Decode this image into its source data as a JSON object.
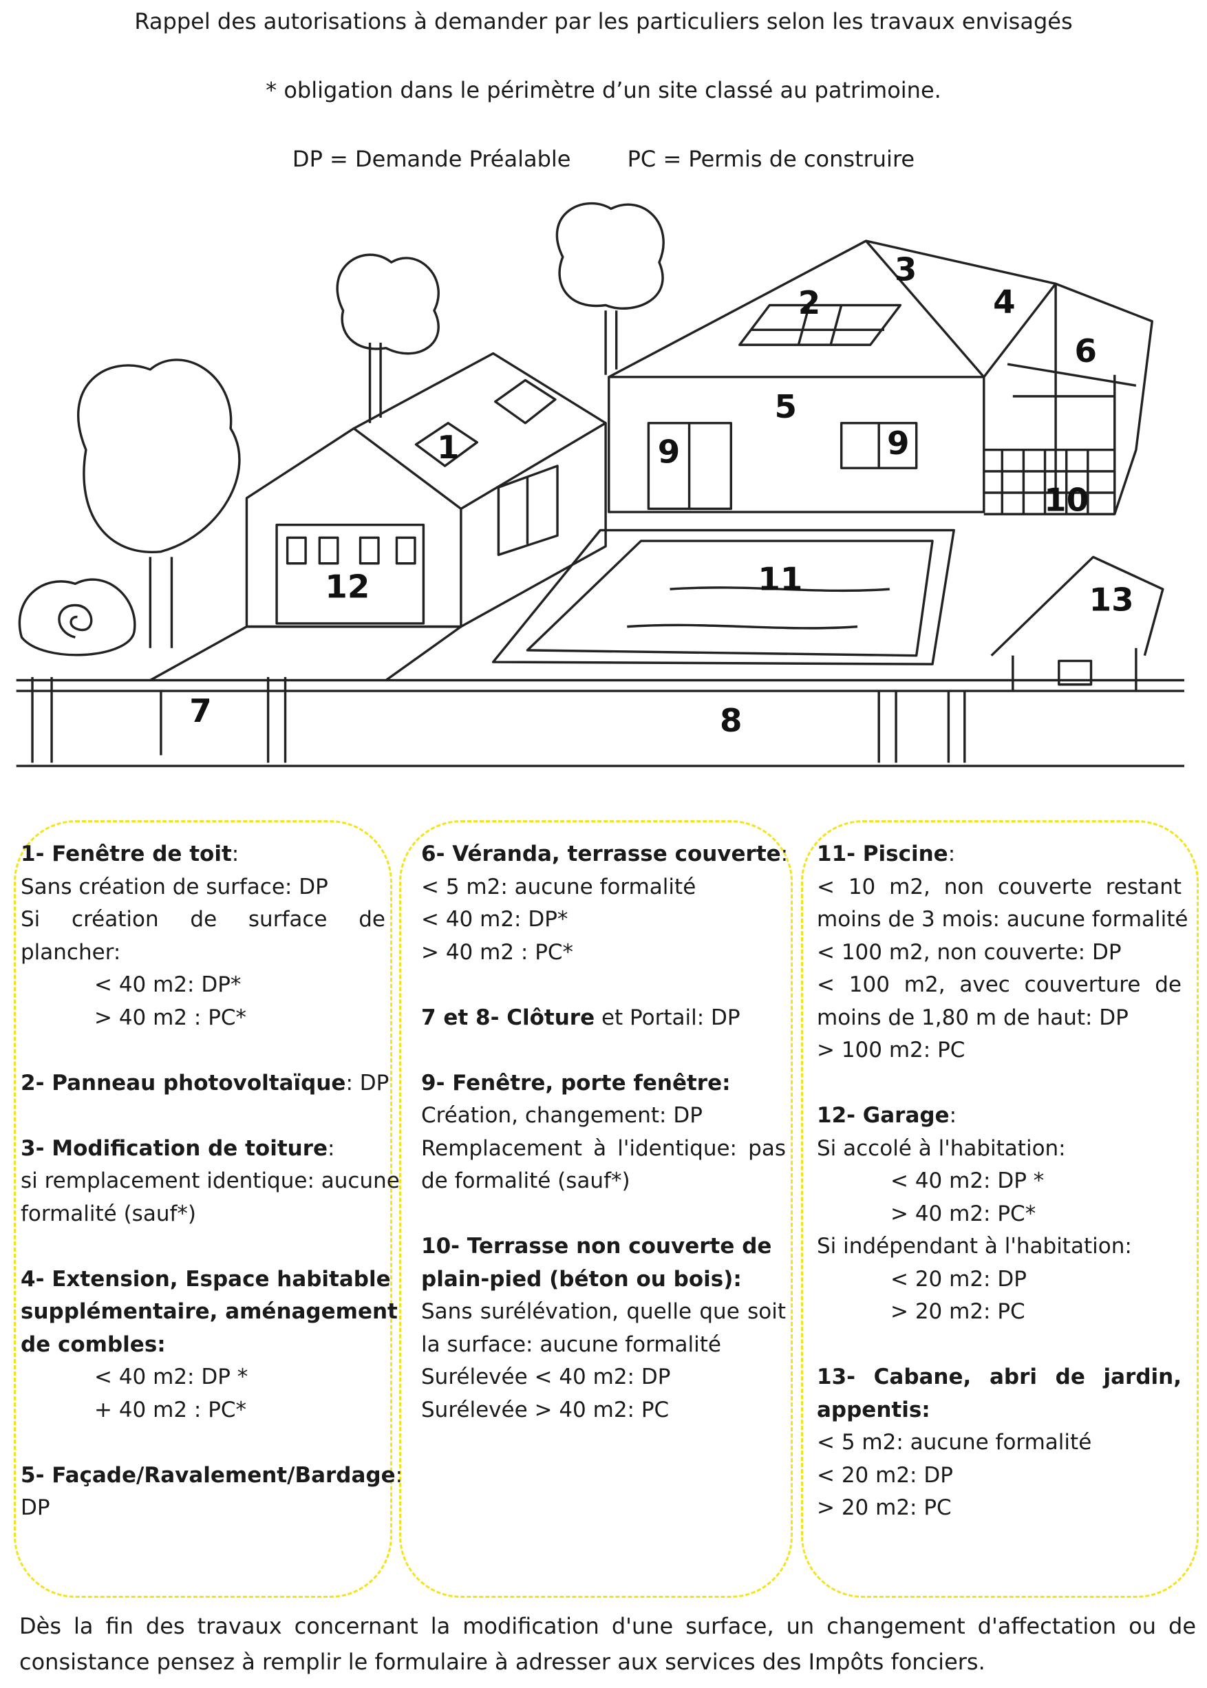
{
  "header": {
    "title": "Rappel des autorisations à demander par les particuliers selon les travaux envisagés",
    "note": "* obligation dans le périmètre d’un site classé au patrimoine.",
    "legend_dp": "DP = Demande Préalable",
    "legend_pc": "PC = Permis de construire"
  },
  "drawing_labels": [
    "1",
    "2",
    "3",
    "4",
    "5",
    "6",
    "7",
    "8",
    "9",
    "9",
    "10",
    "11",
    "12",
    "13"
  ],
  "columns": [
    [
      {
        "title": "1- Fenêtre de toit",
        "suffix": ":",
        "lines": [
          {
            "text": "Sans création de surface: DP"
          },
          {
            "text": "Si création de surface de",
            "justify": true
          },
          {
            "text": "plancher:"
          },
          {
            "text": "< 40 m2: DP*",
            "sub": true
          },
          {
            "text": "> 40 m2 : PC*",
            "sub": true
          }
        ]
      },
      {
        "title": "2- Panneau photovoltaïque",
        "suffix": ": DP",
        "lines": []
      },
      {
        "title": "3- Modification de toiture",
        "suffix": ":",
        "lines": [
          {
            "text": "si remplacement identique: aucune"
          },
          {
            "text": "formalité (sauf*)"
          }
        ]
      },
      {
        "title": "4- Extension, Espace habitable",
        "suffix": "",
        "lines": [
          {
            "text": "supplémentaire, aménagement",
            "bold": true
          },
          {
            "text": "de combles:",
            "bold": true
          },
          {
            "text": "< 40 m2: DP *",
            "sub": true
          },
          {
            "text": "+ 40 m2 : PC*",
            "sub": true
          }
        ]
      },
      {
        "title": "5- Façade/Ravalement/Bardage",
        "suffix": ":",
        "lines": [
          {
            "text": "DP"
          }
        ]
      }
    ],
    [
      {
        "title": "6- Véranda, terrasse couverte",
        "suffix": ":",
        "lines": [
          {
            "text": "< 5 m2: aucune formalité"
          },
          {
            "text": "< 40 m2: DP*"
          },
          {
            "text": "> 40 m2 : PC*"
          }
        ]
      },
      {
        "title": "7 et 8- Clôture",
        "suffix": " et Portail: DP",
        "lines": []
      },
      {
        "title": "9- Fenêtre, porte fenêtre:",
        "suffix": "",
        "lines": [
          {
            "text": "Création, changement: DP"
          },
          {
            "text": "Remplacement à l'identique: pas",
            "justify": true
          },
          {
            "text": "de formalité (sauf*)"
          }
        ]
      },
      {
        "title": "10- Terrasse non couverte de",
        "suffix": "",
        "lines": [
          {
            "text": "plain-pied (béton ou bois):",
            "bold": true
          },
          {
            "text": "Sans surélévation, quelle que soit",
            "justify": true
          },
          {
            "text": "la surface: aucune formalité"
          },
          {
            "text": "Surélevée < 40 m2: DP"
          },
          {
            "text": "Surélevée > 40 m2: PC"
          }
        ]
      }
    ],
    [
      {
        "title": "11- Piscine",
        "suffix": ":",
        "lines": [
          {
            "text": "< 10 m2, non couverte restant",
            "justify": true
          },
          {
            "text": "moins de 3 mois: aucune formalité"
          },
          {
            "text": "< 100 m2, non couverte: DP"
          },
          {
            "text": "< 100 m2, avec couverture de",
            "justify": true
          },
          {
            "text": "moins de 1,80 m de haut: DP"
          },
          {
            "text": "> 100 m2: PC"
          }
        ]
      },
      {
        "title": "12- Garage",
        "suffix": ":",
        "lines": [
          {
            "text": "Si accolé à l'habitation:"
          },
          {
            "text": "< 40 m2: DP *",
            "sub": true
          },
          {
            "text": "> 40 m2: PC*",
            "sub": true
          },
          {
            "text": "Si indépendant à l'habitation:"
          },
          {
            "text": "< 20 m2: DP",
            "sub": true
          },
          {
            "text": "> 20 m2: PC",
            "sub": true
          }
        ]
      },
      {
        "title": "13- Cabane, abri de jardin,",
        "suffix": "",
        "justify": true,
        "lines": [
          {
            "text": "appentis:",
            "bold": true
          },
          {
            "text": "< 5 m2: aucune formalité"
          },
          {
            "text": "< 20 m2: DP"
          },
          {
            "text": "> 20 m2: PC"
          }
        ]
      }
    ]
  ],
  "footer": {
    "line1": "Dès la fin des travaux concernant la modification d'une surface, un changement d'affectation ou de",
    "line2": "consistance pensez à remplir le formulaire à adresser aux services des Impôts fonciers."
  },
  "colors": {
    "box_border": "#f5e31a",
    "ink": "#1a1a1a"
  }
}
